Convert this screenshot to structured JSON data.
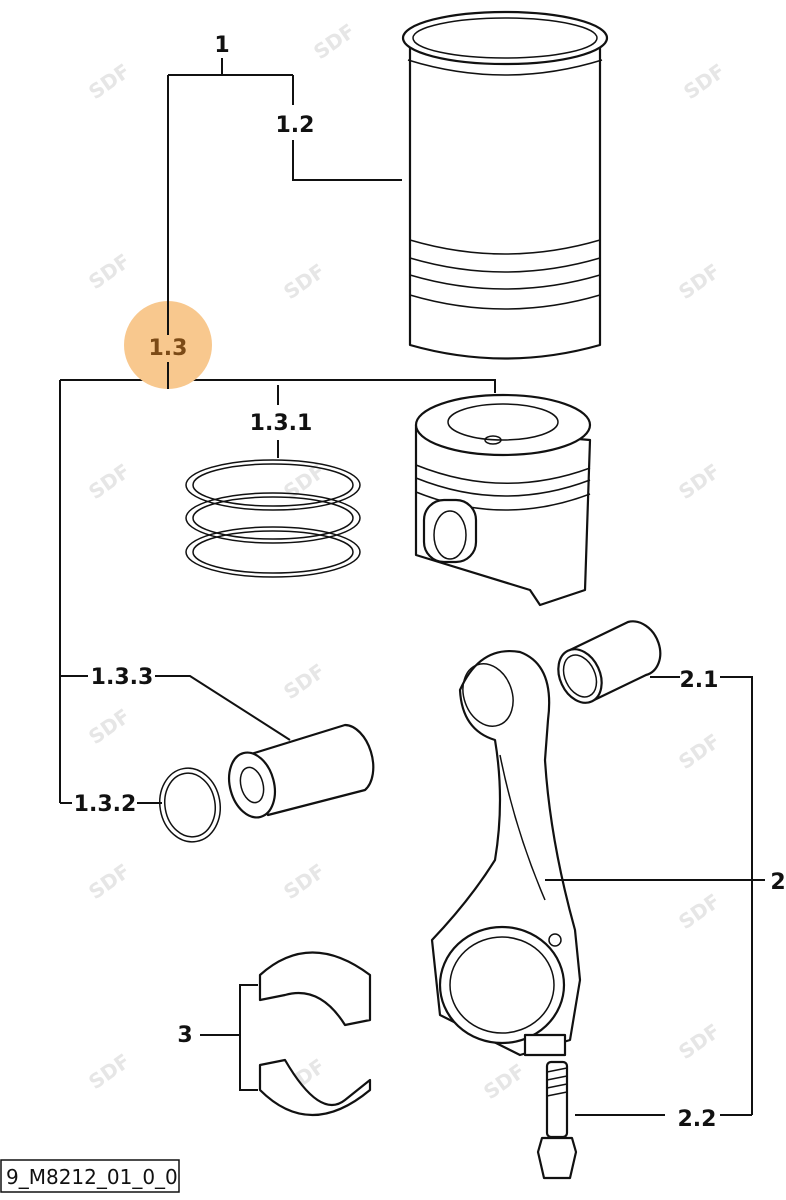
{
  "diagram": {
    "watermark": "SDF",
    "highlight_color": "#f8c88e",
    "labels": {
      "l1": "1",
      "l1_2": "1.2",
      "l1_3": "1.3",
      "l1_3_1": "1.3.1",
      "l1_3_3": "1.3.3",
      "l1_3_2": "1.3.2",
      "l2_1": "2.1",
      "l2": "2",
      "l3": "3",
      "l2_2": "2.2"
    },
    "figure_code": "9_M8212_01_0_0"
  }
}
